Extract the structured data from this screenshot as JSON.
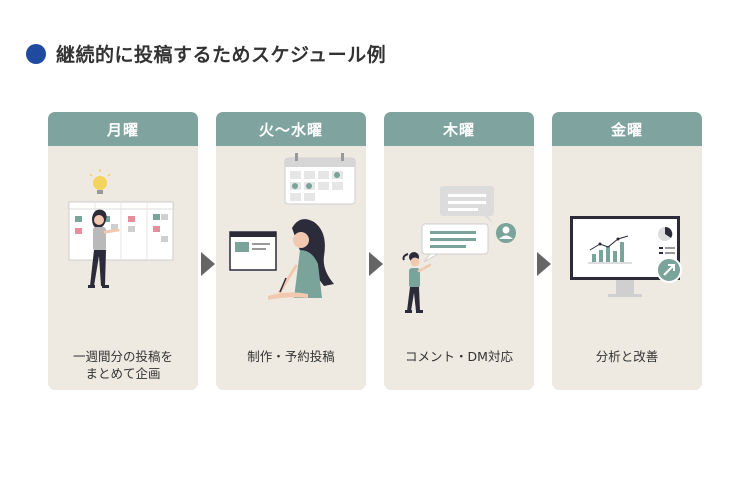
{
  "title": "継続的に投稿するためスケジュール例",
  "colors": {
    "title_dot": "#1f4aa0",
    "header": "#7fa39f",
    "card_bg": "#eeeae1",
    "arrow": "#666666",
    "accent_green": "#7aa39a"
  },
  "steps": [
    {
      "day": "月曜",
      "caption": "一週間分の投稿を\nまとめて企画",
      "icon": "planning-board-illustration"
    },
    {
      "day": "火〜水曜",
      "caption": "制作・予約投稿",
      "icon": "creating-content-illustration"
    },
    {
      "day": "木曜",
      "caption": "コメント・DM対応",
      "icon": "chat-bubbles-illustration"
    },
    {
      "day": "金曜",
      "caption": "分析と改善",
      "icon": "analytics-monitor-illustration"
    }
  ]
}
